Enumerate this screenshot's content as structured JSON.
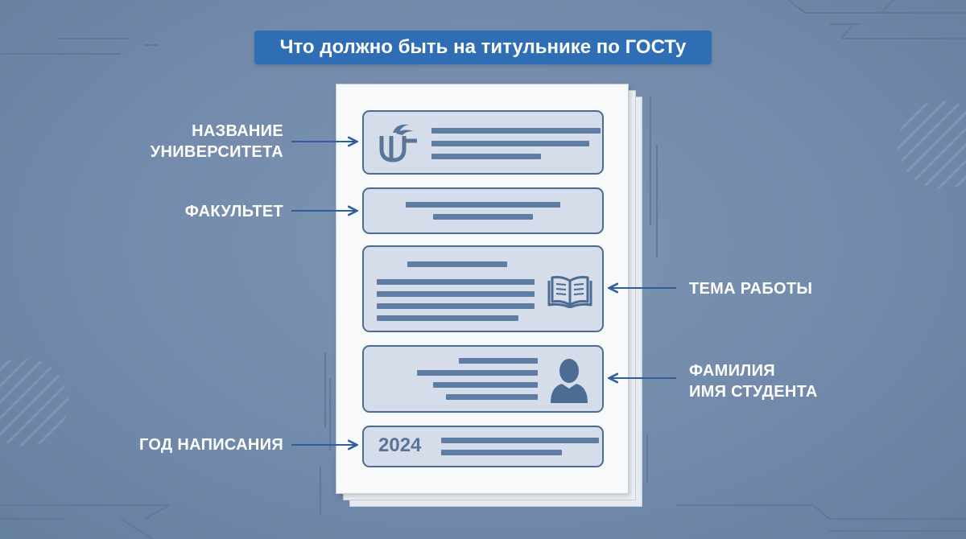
{
  "title": "Что должно быть на титульнике по ГОСТу",
  "labels": {
    "university_line1": "НАЗВАНИЕ",
    "university_line2": "УНИВЕРСИТЕТА",
    "faculty": "ФАКУЛЬТЕТ",
    "topic": "ТЕМА РАБОТЫ",
    "student_line1": "ФАМИЛИЯ",
    "student_line2": "ИМЯ СТУДЕНТА",
    "year": "ГОД НАПИСАНИЯ"
  },
  "document": {
    "year_value": "2024"
  },
  "icons": {
    "university": "university-logo-icon",
    "topic": "open-book-icon",
    "student": "person-silhouette-icon"
  },
  "colors": {
    "background": "#7189aa",
    "title_badge": "#2f6db5",
    "block_border": "#4d6c93",
    "block_fill": "#d4dde9",
    "text_lines": "#5f7ca3",
    "label_text": "#ffffff"
  }
}
